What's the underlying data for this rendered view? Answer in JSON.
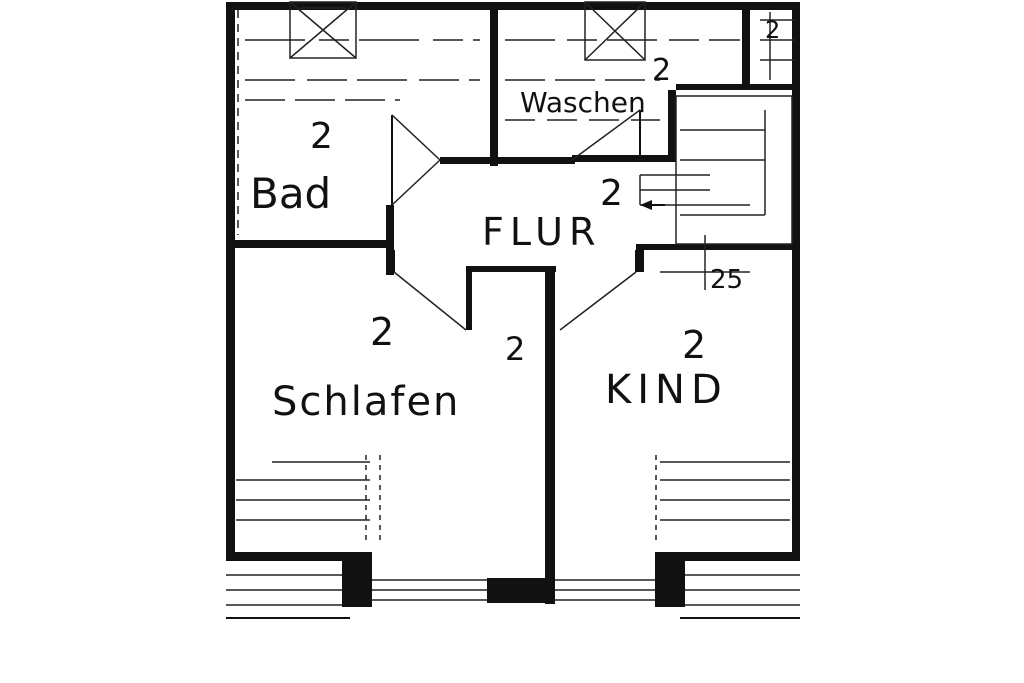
{
  "rooms": {
    "bad": {
      "label": "Bad",
      "level": "2"
    },
    "waschen": {
      "label": "Waschen",
      "level": "2"
    },
    "flur": {
      "label": "FLUR",
      "level": "2"
    },
    "schlafen": {
      "label": "Schlafen",
      "level": "2"
    },
    "kind": {
      "label": "KIND",
      "level": "2"
    },
    "closet": {
      "level": "2"
    }
  },
  "dimension": "25",
  "colors": {
    "ink": "#111111",
    "paper": "#ffffff"
  }
}
